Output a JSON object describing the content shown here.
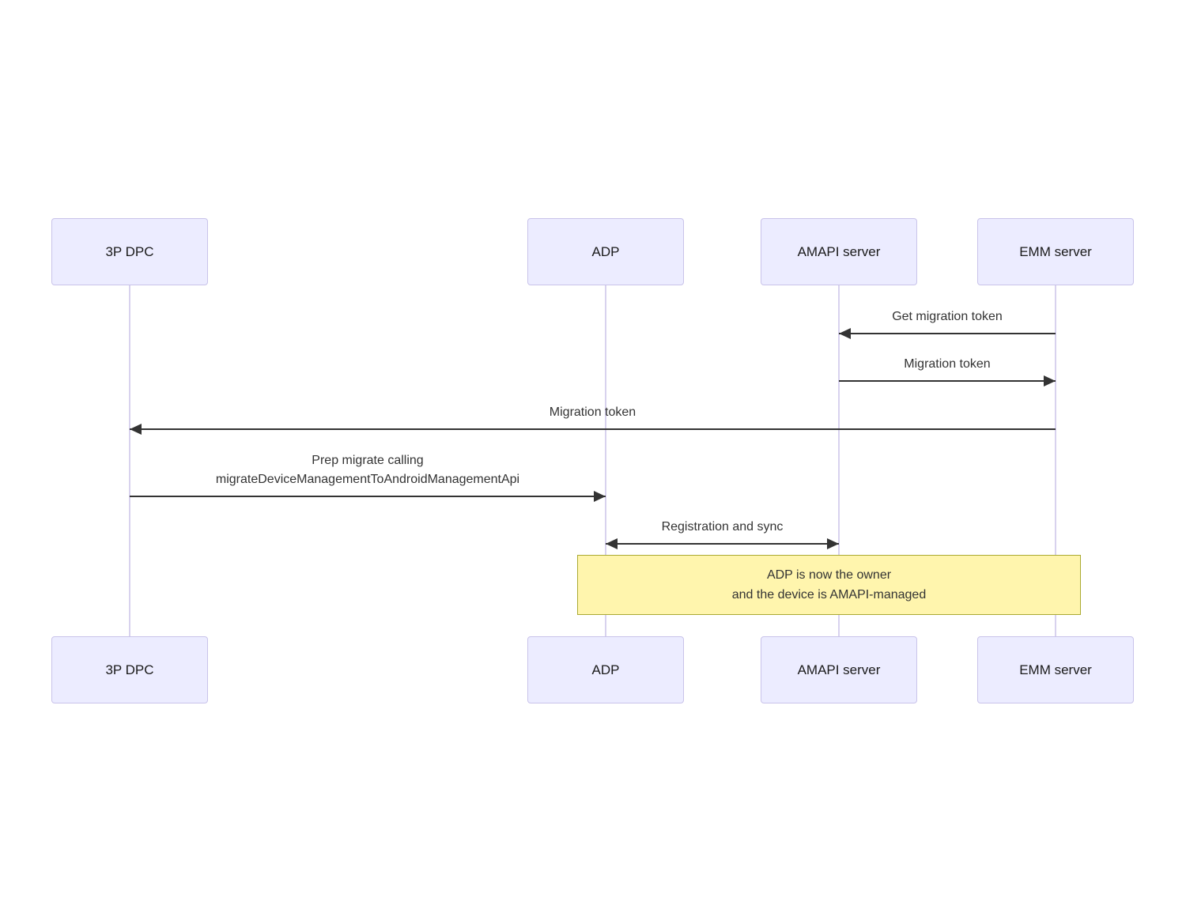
{
  "diagram": {
    "type": "sequence-diagram",
    "actors": [
      {
        "label": "3P DPC"
      },
      {
        "label": "ADP"
      },
      {
        "label": "AMAPI server"
      },
      {
        "label": "EMM server"
      }
    ],
    "messages": [
      {
        "from": "EMM server",
        "to": "AMAPI server",
        "direction": "left",
        "lines": [
          "Get migration token"
        ]
      },
      {
        "from": "AMAPI server",
        "to": "EMM server",
        "direction": "right",
        "lines": [
          "Migration token"
        ]
      },
      {
        "from": "EMM server",
        "to": "3P DPC",
        "direction": "left",
        "lines": [
          "Migration token"
        ]
      },
      {
        "from": "3P DPC",
        "to": "ADP",
        "direction": "right",
        "lines": [
          "Prep migrate calling",
          "migrateDeviceManagementToAndroidManagementApi"
        ]
      },
      {
        "from": "ADP",
        "to": "AMAPI server",
        "direction": "both",
        "lines": [
          "Registration and sync"
        ]
      }
    ],
    "note": {
      "over": "ADP, EMM server",
      "lines": [
        "ADP is now the owner",
        "and the device is AMAPI-managed"
      ]
    },
    "colors": {
      "actor_fill": "#ECECFF",
      "actor_border": "#c9c3ea",
      "lifeline": "#d8d2ee",
      "arrow": "#333333",
      "message_text": "#333333",
      "note_fill": "#fff5ad",
      "note_border": "#aaaa33",
      "background": "#ffffff"
    }
  }
}
